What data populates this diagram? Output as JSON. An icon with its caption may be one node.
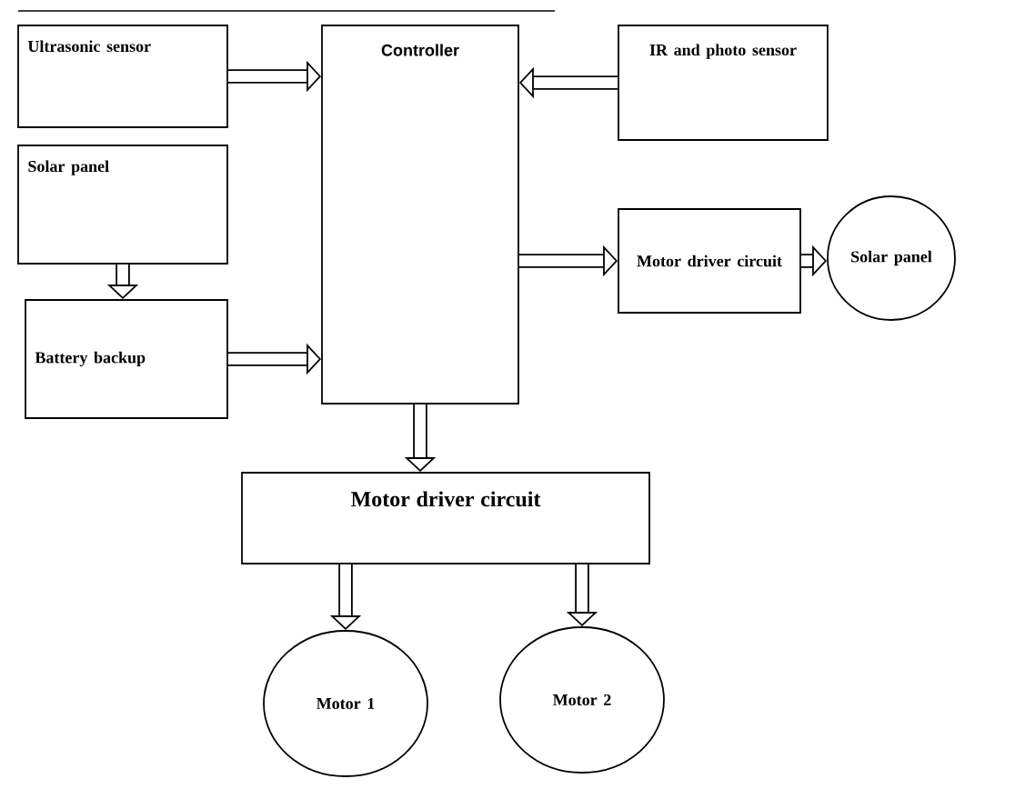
{
  "diagram": {
    "nodes": [
      {
        "text": [
          "Ultrasonic sensor"
        ]
      },
      {
        "text": [
          "Solar panel"
        ]
      },
      {
        "text": [
          "Battery backup"
        ]
      },
      {
        "text": [
          "Controller"
        ]
      },
      {
        "text": [
          "IR and photo sensor"
        ]
      },
      {
        "text": [
          "Motor driver circuit"
        ]
      },
      {
        "text": [
          "Solar panel"
        ]
      },
      {
        "text": [
          "Motor driver circuit"
        ]
      },
      {
        "text": [
          "Motor 1"
        ]
      },
      {
        "text": [
          "Motor 2"
        ]
      }
    ],
    "edges": [
      {
        "from": 0,
        "to": 3,
        "arrow": "to"
      },
      {
        "from": 4,
        "to": 3,
        "arrow": "to"
      },
      {
        "from": 1,
        "to": 2,
        "arrow": "to"
      },
      {
        "from": 2,
        "to": 3,
        "arrow": "to"
      },
      {
        "from": 3,
        "to": 5,
        "arrow": "to"
      },
      {
        "from": 5,
        "to": 6,
        "arrow": "to"
      },
      {
        "from": 3,
        "to": 7,
        "arrow": "to"
      },
      {
        "from": 7,
        "to": 8,
        "arrow": "to"
      },
      {
        "from": 7,
        "to": 9,
        "arrow": "to"
      }
    ]
  }
}
